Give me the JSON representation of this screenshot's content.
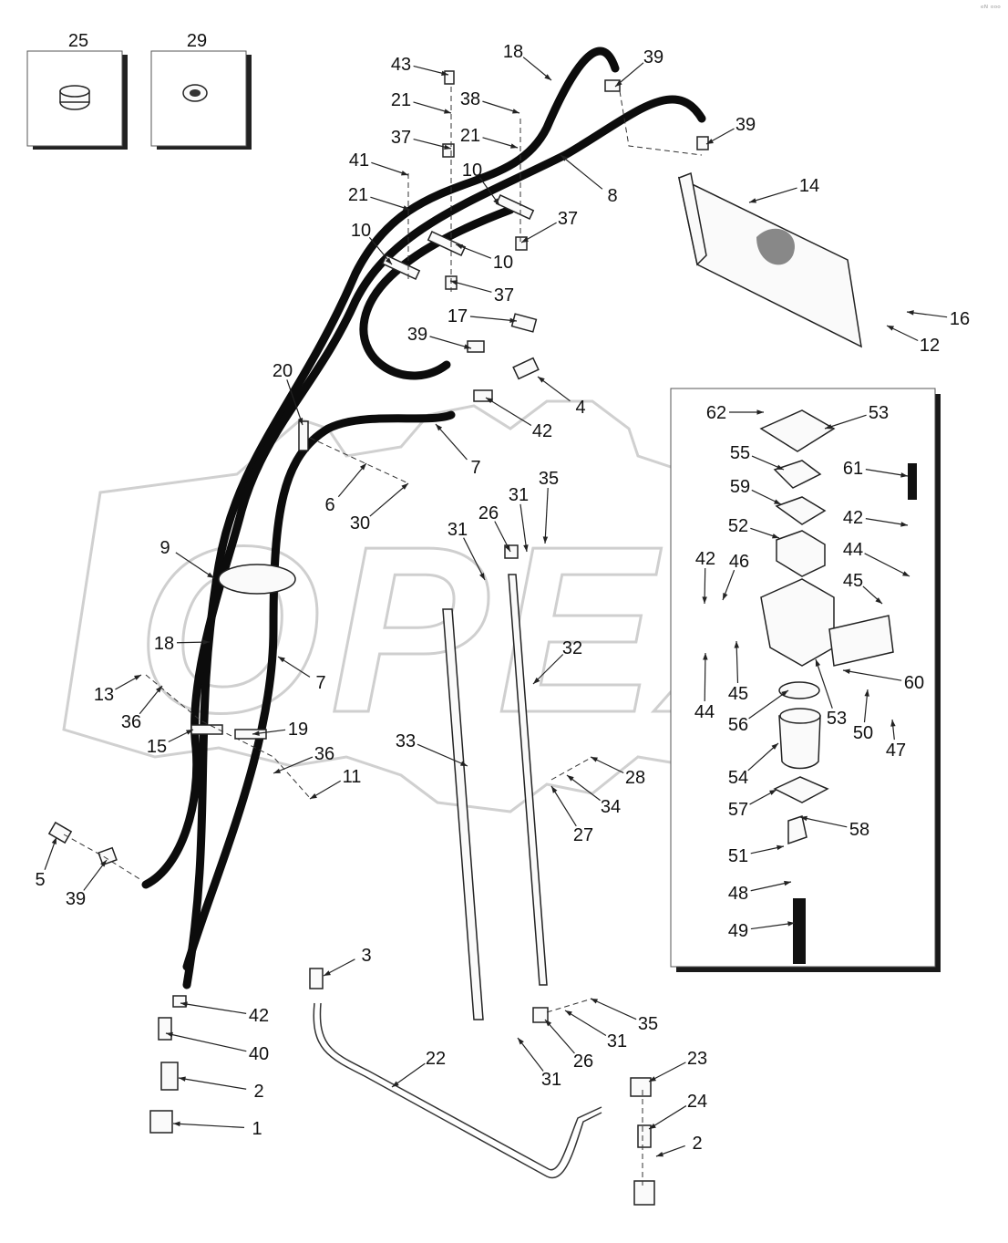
{
  "watermark": "OPEX",
  "corner_mark": "ᵉᴺ ᵒᵒᵒ",
  "inset_parts": [
    "25",
    "29"
  ],
  "callouts": [
    "1",
    "2",
    "2",
    "3",
    "4",
    "5",
    "6",
    "7",
    "7",
    "8",
    "9",
    "10",
    "10",
    "10",
    "11",
    "12",
    "13",
    "14",
    "15",
    "16",
    "17",
    "18",
    "18",
    "19",
    "20",
    "21",
    "21",
    "21",
    "22",
    "23",
    "24",
    "26",
    "26",
    "27",
    "28",
    "30",
    "31",
    "31",
    "31",
    "31",
    "32",
    "33",
    "34",
    "35",
    "35",
    "36",
    "36",
    "37",
    "37",
    "37",
    "38",
    "39",
    "39",
    "39",
    "39",
    "40",
    "41",
    "42",
    "42",
    "42",
    "42",
    "43",
    "44",
    "44",
    "45",
    "45",
    "46",
    "47",
    "48",
    "49",
    "50",
    "51",
    "52",
    "53",
    "53",
    "54",
    "55",
    "56",
    "57",
    "58",
    "59",
    "60",
    "61",
    "62"
  ]
}
